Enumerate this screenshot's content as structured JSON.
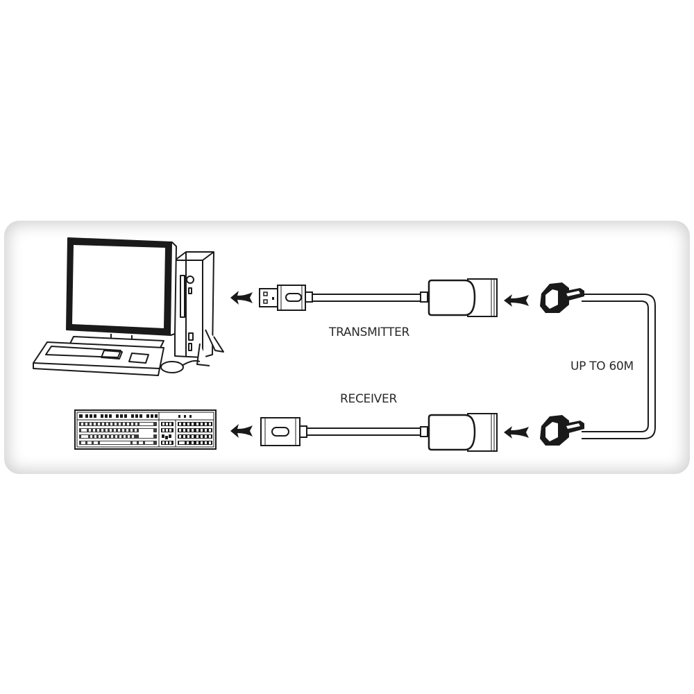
{
  "diagram": {
    "title": "USB extender over network cable connection diagram",
    "labels": {
      "transmitter": "TRANSMITTER",
      "receiver": "RECEIVER",
      "cable_length": "UP TO 60M"
    },
    "nodes": [
      {
        "id": "computer",
        "type": "desktop-computer"
      },
      {
        "id": "keyboard",
        "type": "keyboard"
      },
      {
        "id": "transmitter-usb",
        "type": "usb-a-male-connector"
      },
      {
        "id": "transmitter-adapter",
        "type": "rj45-adapter"
      },
      {
        "id": "receiver-usb",
        "type": "usb-a-female-connector"
      },
      {
        "id": "receiver-adapter",
        "type": "rj45-adapter"
      },
      {
        "id": "rj45-plug-top",
        "type": "rj45-plug"
      },
      {
        "id": "rj45-plug-bottom",
        "type": "rj45-plug"
      }
    ],
    "edges": [
      {
        "from": "rj45-plug-top",
        "to": "transmitter-adapter",
        "style": "arrow"
      },
      {
        "from": "transmitter-usb",
        "to": "computer",
        "style": "arrow"
      },
      {
        "from": "rj45-plug-bottom",
        "to": "receiver-adapter",
        "style": "arrow"
      },
      {
        "from": "receiver-usb",
        "to": "keyboard",
        "style": "arrow"
      },
      {
        "from": "rj45-plug-top",
        "to": "rj45-plug-bottom",
        "style": "cable",
        "label": "UP TO 60M"
      }
    ],
    "colors": {
      "ink": "#1a1a1a",
      "panel_shadow": "#d2d2d2",
      "background": "#ffffff"
    }
  }
}
